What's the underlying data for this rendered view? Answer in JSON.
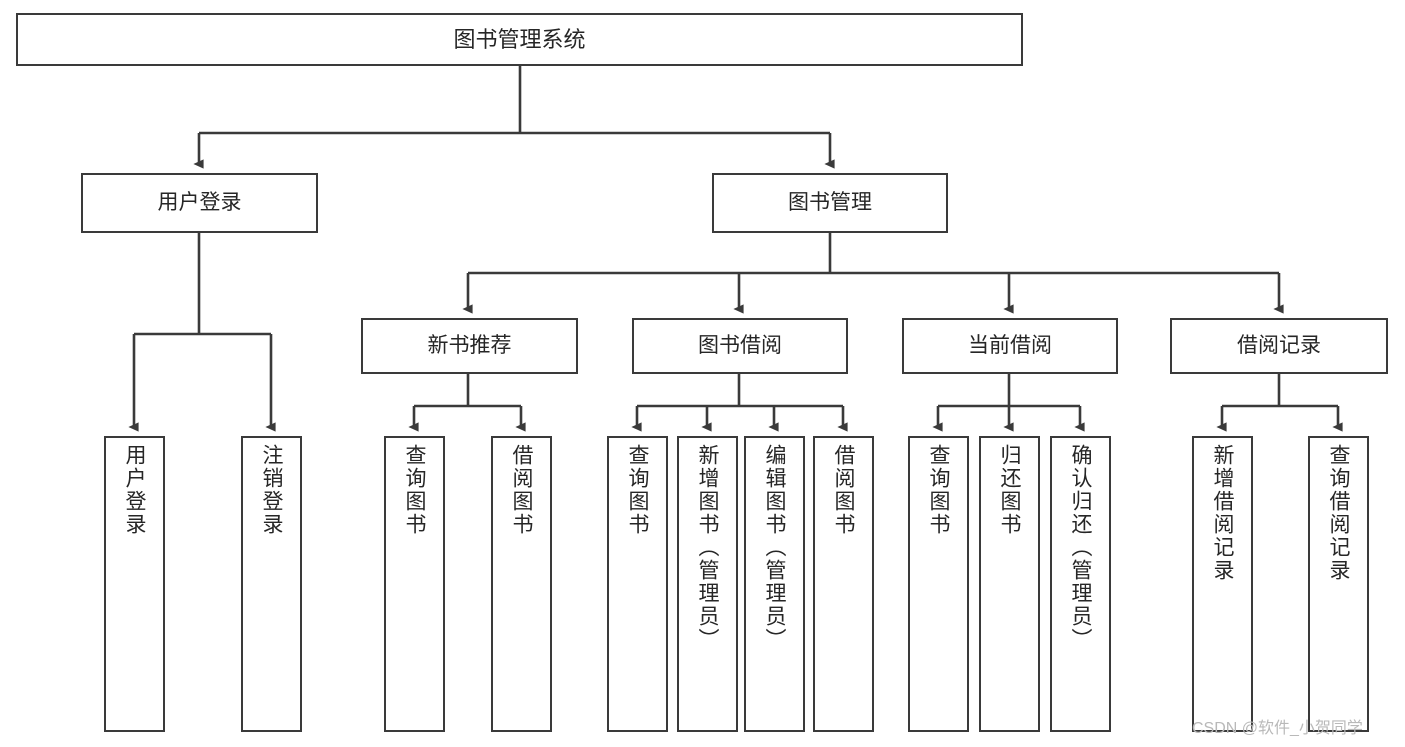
{
  "diagram": {
    "type": "tree-hierarchy",
    "title": "图书管理系统",
    "orientation": "top-down",
    "levels": 4,
    "nodes": {
      "root": {
        "label": "图书管理系统"
      },
      "level2": [
        {
          "key": "user_login",
          "label": "用户登录"
        },
        {
          "key": "book_manage",
          "label": "图书管理"
        }
      ],
      "level3": [
        {
          "key": "new_book_rec",
          "label": "新书推荐"
        },
        {
          "key": "book_borrow",
          "label": "图书借阅"
        },
        {
          "key": "current_borrow",
          "label": "当前借阅"
        },
        {
          "key": "borrow_record",
          "label": "借阅记录"
        }
      ],
      "leaves": {
        "user_login": [
          {
            "label": "用户登录"
          },
          {
            "label": "注销登录"
          }
        ],
        "new_book_rec": [
          {
            "label": "查询图书"
          },
          {
            "label": "借阅图书"
          }
        ],
        "book_borrow": [
          {
            "label": "查询图书"
          },
          {
            "label": "新增图书（管理员）"
          },
          {
            "label": "编辑图书（管理员）"
          },
          {
            "label": "借阅图书"
          }
        ],
        "current_borrow": [
          {
            "label": "查询图书"
          },
          {
            "label": "归还图书"
          },
          {
            "label": "确认归还（管理员）"
          }
        ],
        "borrow_record": [
          {
            "label": "新增借阅记录"
          },
          {
            "label": "查询借阅记录"
          }
        ]
      }
    },
    "colors": {
      "stroke": "#3a3a3a",
      "fill": "#ffffff",
      "text": "#262626",
      "watermark": "#b9b9b9"
    }
  },
  "watermark": {
    "text": "CSDN @软件_小贺同学"
  }
}
